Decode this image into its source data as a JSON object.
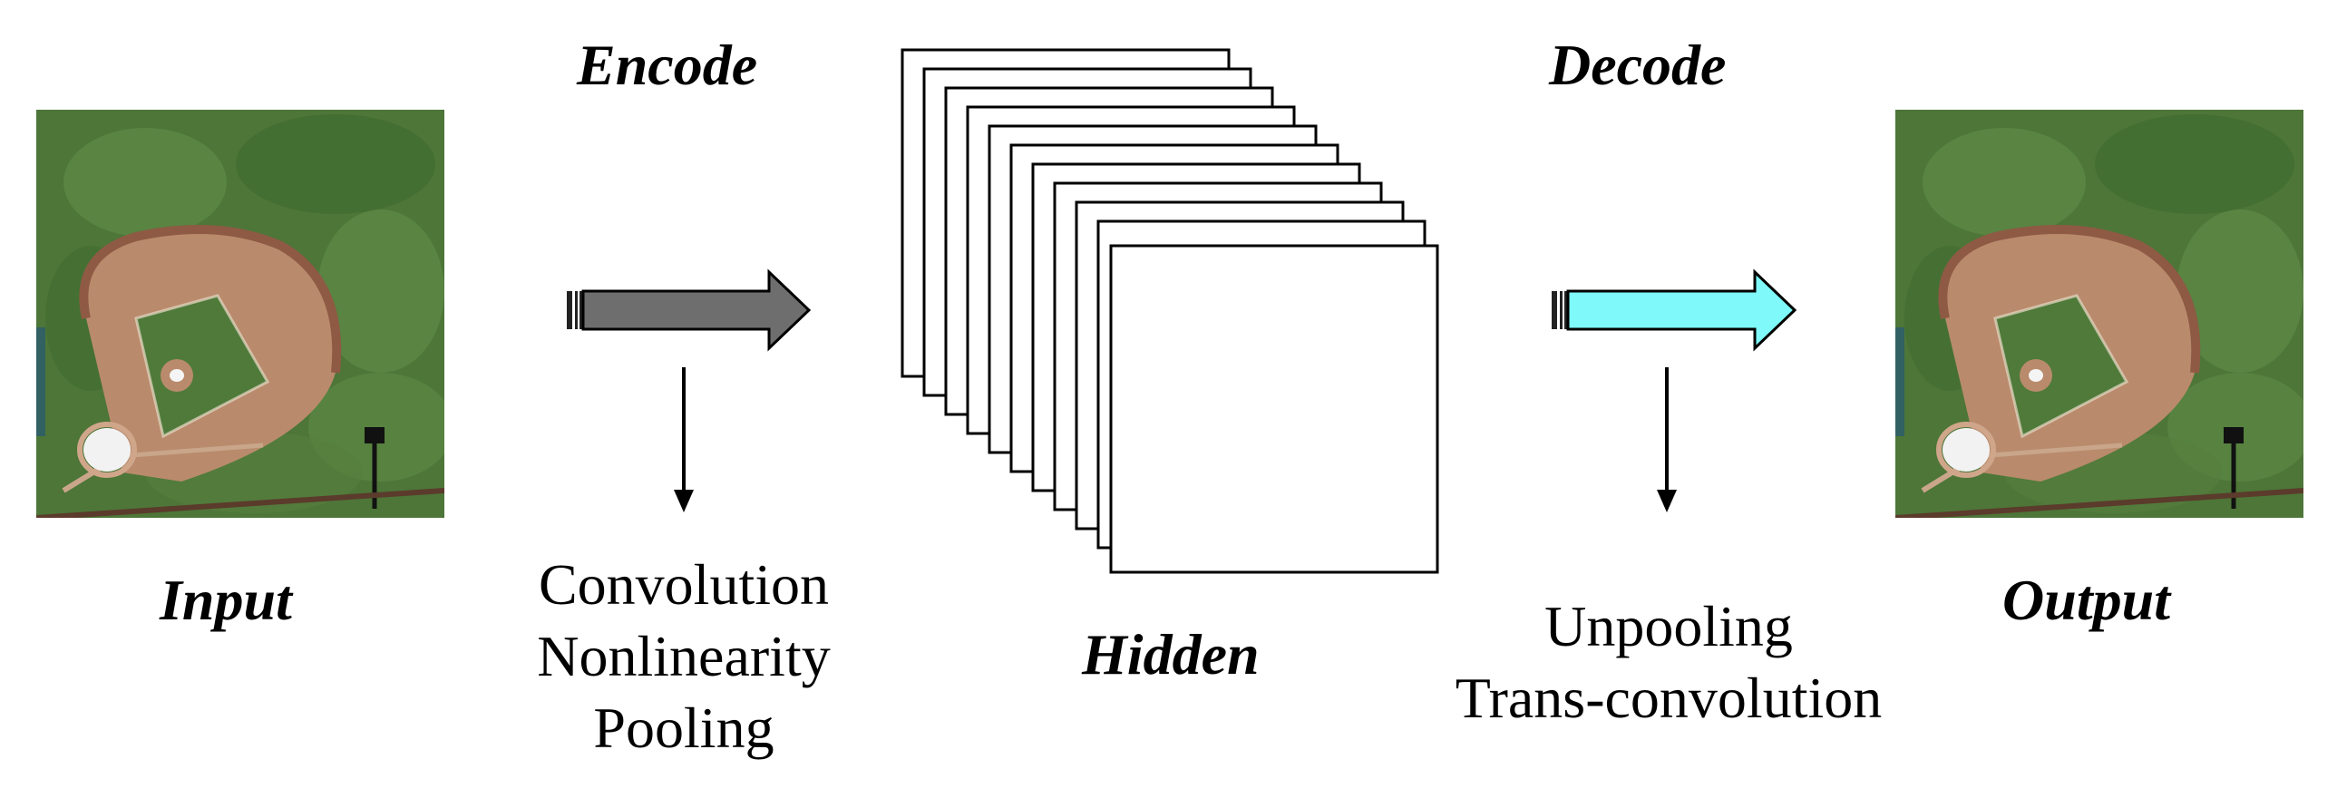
{
  "labels": {
    "input": "Input",
    "encode": "Encode",
    "hidden": "Hidden",
    "decode": "Decode",
    "output": "Output"
  },
  "encode_ops": [
    "Convolution",
    "Nonlinearity",
    "Pooling"
  ],
  "decode_ops": [
    "Unpooling",
    "Trans-convolution"
  ],
  "colors": {
    "encode_arrow": "#6e6e6e",
    "decode_arrow": "#7ff9f9",
    "grass": "#4f7a3a",
    "infield_dirt": "#b78b6b"
  },
  "images": {
    "input": "baseball-field-aerial-image",
    "output": "reconstructed-baseball-field-aerial-image"
  }
}
